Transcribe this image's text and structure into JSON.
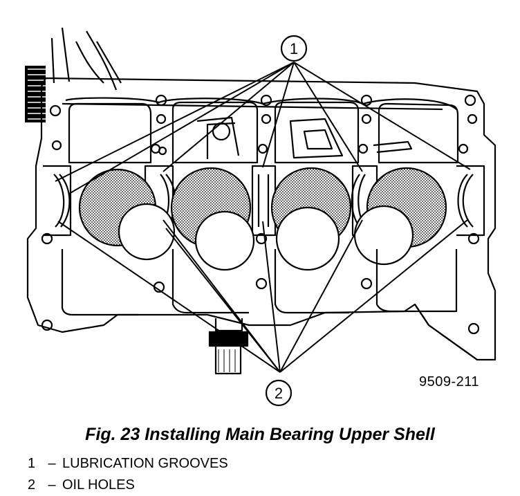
{
  "figure": {
    "code": "9509-211",
    "caption": "Fig. 23 Installing Main Bearing Upper Shell"
  },
  "callouts": [
    {
      "number": "1",
      "label": "LUBRICATION GROOVES"
    },
    {
      "number": "2",
      "label": "OIL HOLES"
    }
  ],
  "legend": {
    "separator": "–"
  }
}
